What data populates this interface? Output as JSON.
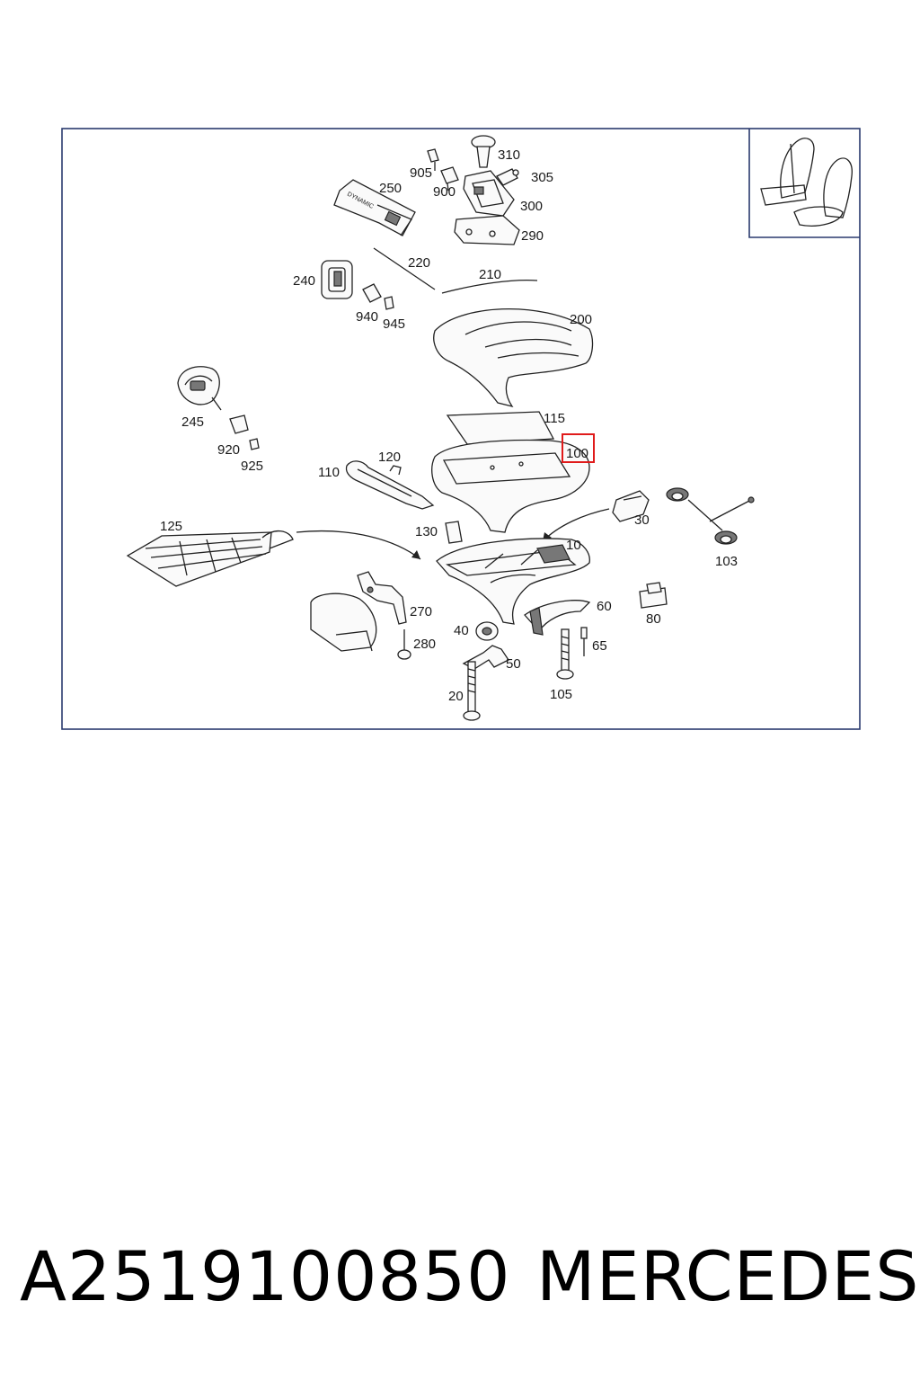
{
  "diagram": {
    "labels": {
      "l310": "310",
      "l305": "305",
      "l905": "905",
      "l900": "900",
      "l300": "300",
      "l250": "250",
      "l290": "290",
      "l220": "220",
      "l210": "210",
      "l240": "240",
      "l940": "940",
      "l945": "945",
      "l200": "200",
      "l245": "245",
      "l115": "115",
      "l100": "100",
      "l920": "920",
      "l925": "925",
      "l120": "120",
      "l110": "110",
      "l30": "30",
      "l125": "125",
      "l130": "130",
      "l10": "10",
      "l103": "103",
      "l60": "60",
      "l80": "80",
      "l270": "270",
      "l40": "40",
      "l280": "280",
      "l65": "65",
      "l50": "50",
      "l20": "20",
      "l105": "105"
    },
    "highlighted_label": "100",
    "highlight_color": "#e01b1b",
    "frame_color": "#2a3a6e",
    "switch_text": "DYNAMIC"
  },
  "footer": {
    "part_number": "A2519100850",
    "brand": "MERCEDES"
  }
}
